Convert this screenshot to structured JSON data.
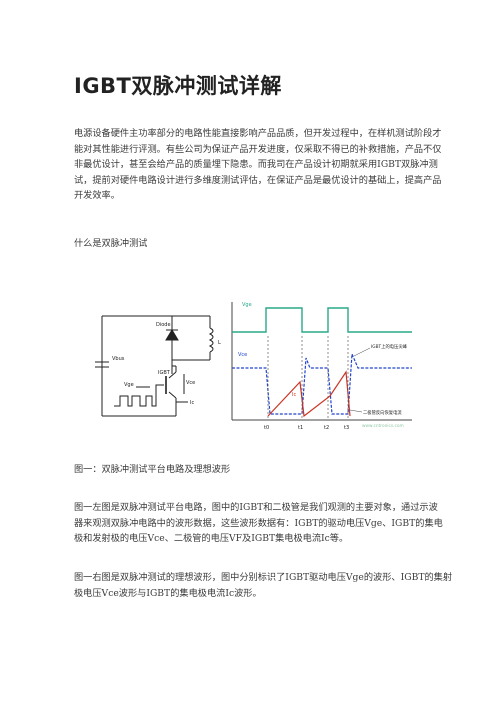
{
  "document": {
    "title": "IGBT双脉冲测试详解",
    "intro": "电源设备硬件主功率部分的电路性能直接影响产品品质，但开发过程中，在样机测试阶段才能对其性能进行评测。有些公司为保证产品开发进度，仅采取不得已的补救措施，产品不仅非最优设计，甚至会给产品的质量埋下隐患。而我司在产品设计初期就采用IGBT双脉冲测试，提前对硬件电路设计进行多维度测试评估，在保证产品是最优设计的基础上，提高产品开发效率。",
    "section_heading": "什么是双脉冲测试",
    "figure_caption": "图一：双脉冲测试平台电路及理想波形",
    "para_circuit": "图一左图是双脉冲测试平台电路，图中的IGBT和二极管是我们观测的主要对象，通过示波器来观测双脉冲电路中的波形数据，这些波形数据有：IGBT的驱动电压Vge、IGBT的集电极和发射极的电压Vce、二极管的电压VF及IGBT集电极电流Ic等。",
    "para_waveform": "图一右图是双脉冲测试的理想波形，图中分别标识了IGBT驱动电压Vge的波形、IGBT的集射极电压Vce波形与IGBT的集电极电流Ic波形。"
  },
  "figure": {
    "circuit": {
      "diode_label": "Diode",
      "inductor_label": "L",
      "bus_label": "Vbus",
      "vge_label": "Vge",
      "igbt_label": "IGBT",
      "vce_label": "Vce",
      "ic_label": "Ic"
    },
    "waveform": {
      "vge_label": "Vge",
      "vce_label": "Vce",
      "ic_label": "Ic",
      "note_overshoot": "IGBT上的电压尖峰",
      "note_recovery": "二极管反向恢复电流",
      "t0": "t0",
      "t1": "t1",
      "t2": "t2",
      "t3": "t3",
      "watermark": "www.cntronics.com"
    },
    "colors": {
      "vge": "#2aa889",
      "vce": "#2244cc",
      "ic": "#cc3322",
      "circuit": "#222222",
      "grid": "#444444"
    }
  }
}
